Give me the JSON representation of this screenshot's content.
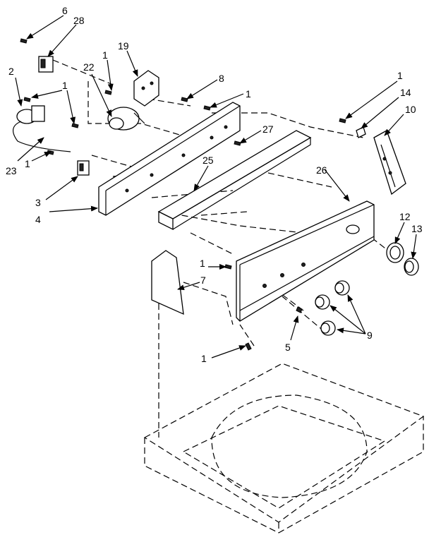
{
  "labels": {
    "l6": "6",
    "l28": "28",
    "l2": "2",
    "l1a": "1",
    "l22": "22",
    "l19": "19",
    "l1b": "1",
    "l8": "8",
    "l1c": "1",
    "l1d": "1",
    "l14": "14",
    "l10": "10",
    "l27": "27",
    "l23": "23",
    "l1e": "1",
    "l25": "25",
    "l26": "26",
    "l3": "3",
    "l4": "4",
    "l12": "12",
    "l13": "13",
    "l1f": "1",
    "l7": "7",
    "l9": "9",
    "l5": "5",
    "l1g": "1"
  }
}
